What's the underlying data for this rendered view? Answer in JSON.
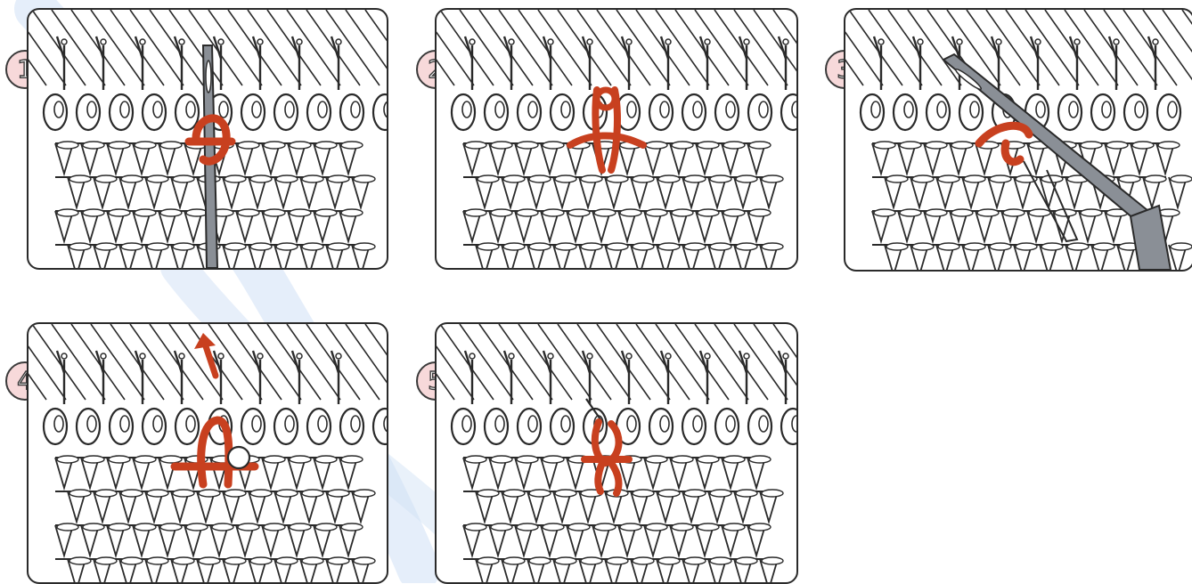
{
  "steps": [
    {
      "number": "1",
      "tool": "needle-vertical"
    },
    {
      "number": "2",
      "tool": "none"
    },
    {
      "number": "3",
      "tool": "needle-diagonal"
    },
    {
      "number": "4",
      "tool": "arrow-up"
    },
    {
      "number": "5",
      "tool": "none"
    }
  ],
  "colors": {
    "yarn_highlight": "#c8401f",
    "outline": "#2a2a2a",
    "needle": "#8a8f96",
    "number_badge": "#f7d9da",
    "watermark": "#cfe0f5"
  }
}
